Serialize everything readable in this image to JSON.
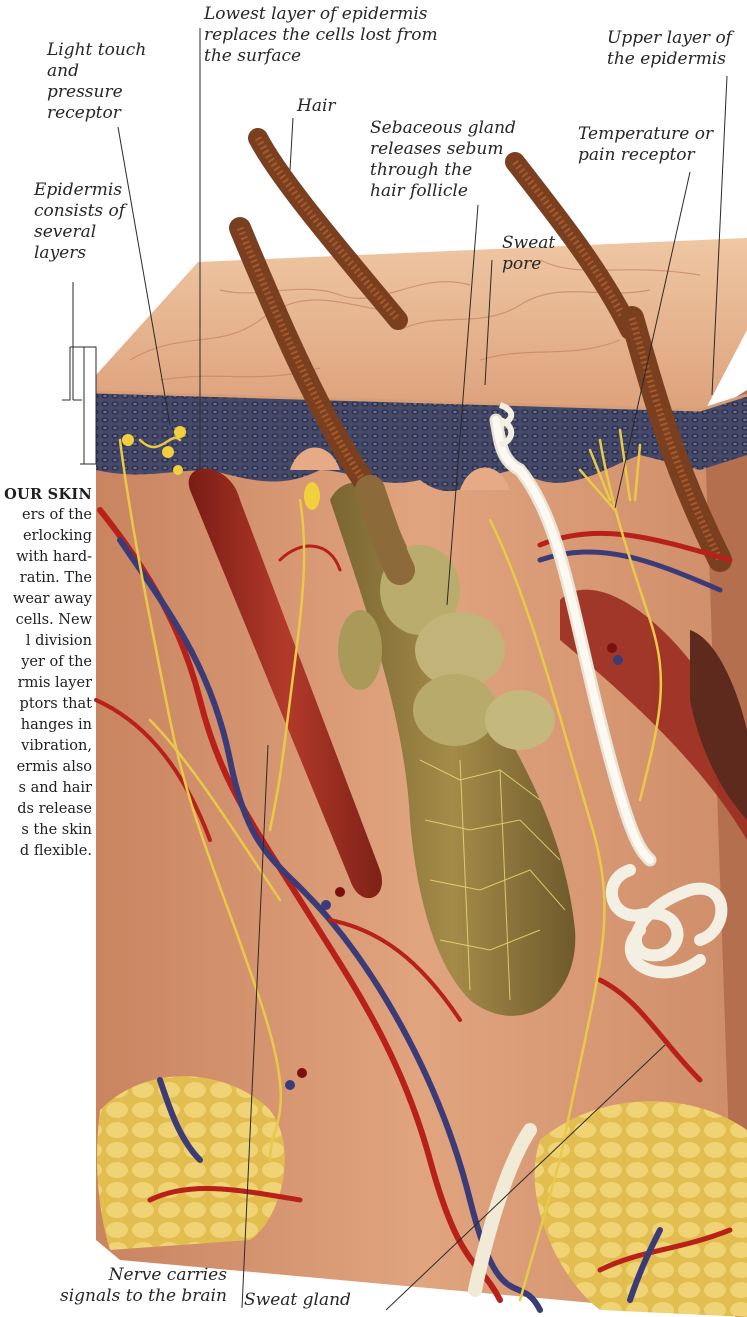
{
  "labels": {
    "light_touch": "Light touch\nand\npressure\nreceptor",
    "epidermis_layers": "Epidermis\nconsists of\nseveral\nlayers",
    "lowest_layer": "Lowest layer of epidermis\nreplaces the cells lost from\nthe surface",
    "hair": "Hair",
    "sebaceous_gland": "Sebaceous gland\nreleases sebum\nthrough the\nhair follicle",
    "sweat_pore": "Sweat\npore",
    "temperature_receptor": "Temperature or\npain receptor",
    "upper_layer": "Upper layer of\nthe epidermis",
    "nerve": "Nerve carries\nsignals to the brain",
    "sweat_gland": "Sweat gland"
  },
  "side_text": {
    "title": "OUR SKIN",
    "body": "ers of the\nerlocking\nwith hard-\nratin. The\nwear away\ncells. New\nl division\nyer of the\nrmis layer\nptors that\nhanges in\nvibration,\nermis also\ns and hair\nds release\ns the skin\nd flexible."
  },
  "colors": {
    "epidermis_top": "#e8b58e",
    "epidermis_dark": "#3e3f5c",
    "dermis": "#d89a73",
    "fat": "#e8c45a",
    "muscle": "#9a2a1e",
    "artery": "#b8201a",
    "vein": "#3b3b78",
    "nerve": "#e6c64a",
    "hair": "#8b4a25",
    "follicle": "#8f7a3a",
    "sebaceous": "#b5a86a",
    "sweat_duct": "#f4f1e8"
  }
}
